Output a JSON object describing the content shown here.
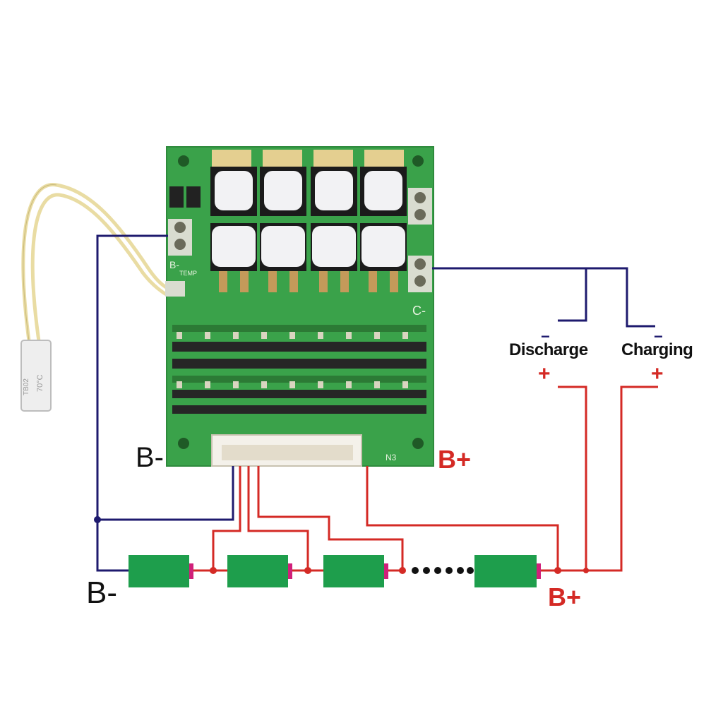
{
  "labels": {
    "b_minus_board": "B-",
    "b_plus_board": "B+",
    "b_minus_pack": "B-",
    "b_plus_pack": "B+",
    "discharge": "Discharge",
    "charging": "Charging",
    "discharge_negative": "−",
    "discharge_positive": "+",
    "charging_negative": "−",
    "charging_positive": "+"
  },
  "board": {
    "connector_label": "N3",
    "temp_label": "TEMP",
    "silk_b": "B-",
    "silk_c": "C-"
  },
  "thermistor": {
    "line1": "TB02",
    "line2": "70°C"
  },
  "colors": {
    "negative_wire": "#1e1a6e",
    "positive_wire": "#d42a25",
    "pcb": "#3aa24a",
    "cell": "#1e9e4c",
    "cell_terminal": "#d0207a"
  }
}
